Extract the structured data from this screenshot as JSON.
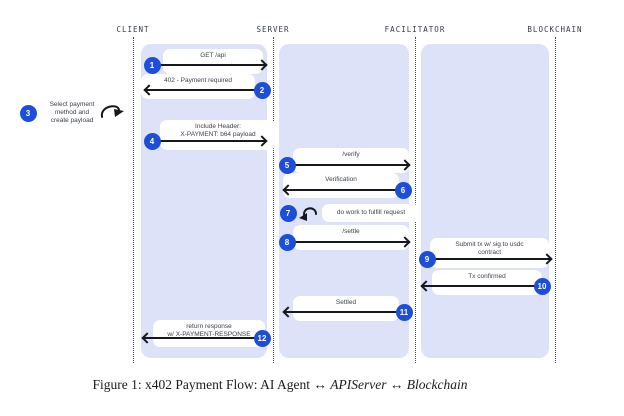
{
  "figure": {
    "actors": [
      {
        "name": "CLIENT"
      },
      {
        "name": "SERVER"
      },
      {
        "name": "FACILITATOR"
      },
      {
        "name": "BLOCKCHAIN"
      }
    ],
    "steps": [
      {
        "num": "1",
        "from": "client",
        "to": "server",
        "lines": [
          "GET /api"
        ]
      },
      {
        "num": "2",
        "from": "server",
        "to": "client",
        "lines": [
          "402 - Payment required"
        ]
      },
      {
        "num": "3",
        "from": "client",
        "to": "client",
        "lines": [
          "Select payment",
          "method and",
          "create payload"
        ]
      },
      {
        "num": "4",
        "from": "client",
        "to": "server",
        "lines": [
          "Include Header:",
          "X-PAYMENT: b64 payload"
        ]
      },
      {
        "num": "5",
        "from": "server",
        "to": "facilitator",
        "lines": [
          "/verify"
        ]
      },
      {
        "num": "6",
        "from": "facilitator",
        "to": "server",
        "lines": [
          "Verification"
        ]
      },
      {
        "num": "7",
        "from": "server",
        "to": "server",
        "lines": [
          "do work to fulfill request"
        ]
      },
      {
        "num": "8",
        "from": "server",
        "to": "facilitator",
        "lines": [
          "/settle"
        ]
      },
      {
        "num": "9",
        "from": "facilitator",
        "to": "blockchain",
        "lines": [
          "Submit tx w/ sig to usdc",
          "contract"
        ]
      },
      {
        "num": "10",
        "from": "blockchain",
        "to": "facilitator",
        "lines": [
          "Tx confirmed"
        ]
      },
      {
        "num": "11",
        "from": "facilitator",
        "to": "server",
        "lines": [
          "Settled"
        ]
      },
      {
        "num": "12",
        "from": "server",
        "to": "client",
        "lines": [
          "return response",
          "w/ X-PAYMENT-RESPONSE"
        ]
      }
    ]
  },
  "caption": {
    "prefix": "Figure 1: x402 Payment Flow: AI Agent",
    "sep1": "↔",
    "api_server": "APIServer",
    "sep2": "↔",
    "blockchain": "Blockchain"
  },
  "colors": {
    "panel": "#dde2f8",
    "accent_blue": "#1d4ed8",
    "lifeline": "#3a4496",
    "arrow": "#16181d",
    "bubble": "#ffffff"
  }
}
